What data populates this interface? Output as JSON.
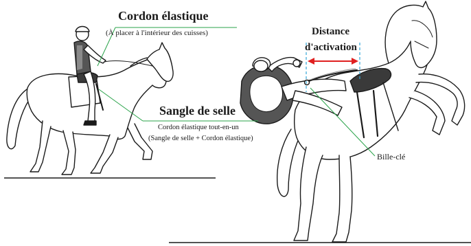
{
  "labels": {
    "cord_title": "Cordon élastique",
    "cord_subtitle": "(À placer à l'intérieur des cuisses)",
    "girth_title": "Sangle de selle",
    "girth_line1": "Cordon élastique tout-en-un",
    "girth_line2": "(Sangle de selle + Cordon élastique)",
    "distance_line1": "Distance",
    "distance_line2": "d'activation",
    "key_ball": "Bille-clé"
  },
  "colors": {
    "callout_line": "#2aa34a",
    "activation_arrow": "#e02020",
    "activation_guides": "#33a7d8",
    "vest": "#555555",
    "saddle": "#3a3a3a",
    "ink": "#1a1a1a"
  }
}
